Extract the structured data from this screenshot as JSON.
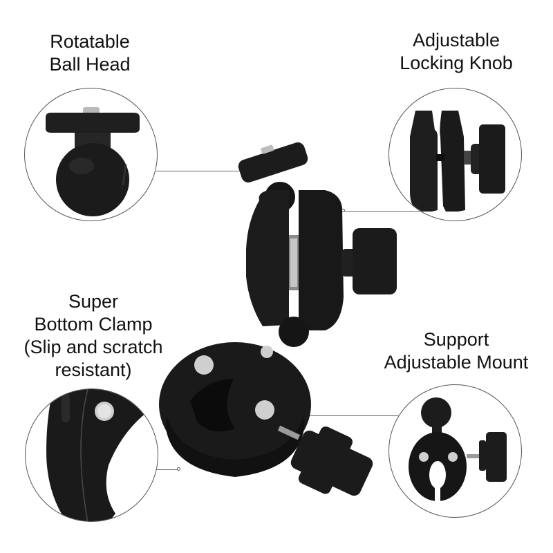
{
  "features": [
    {
      "id": "ball-head",
      "title_lines": [
        "Rotatable",
        "Ball Head"
      ]
    },
    {
      "id": "locking-knob",
      "title_lines": [
        "Adjustable",
        "Locking Knob"
      ]
    },
    {
      "id": "bottom-clamp",
      "title_lines": [
        "Super",
        "Bottom Clamp",
        "(Slip and scratch",
        "resistant)"
      ]
    },
    {
      "id": "adjustable-mount",
      "title_lines": [
        "Support",
        "Adjustable Mount"
      ]
    }
  ],
  "colors": {
    "background": "#ffffff",
    "text": "#111111",
    "product_black": "#1c1c1c",
    "product_highlight": "#3a3a3a",
    "metal": "#c8c8c8",
    "leader_line": "#666666"
  }
}
